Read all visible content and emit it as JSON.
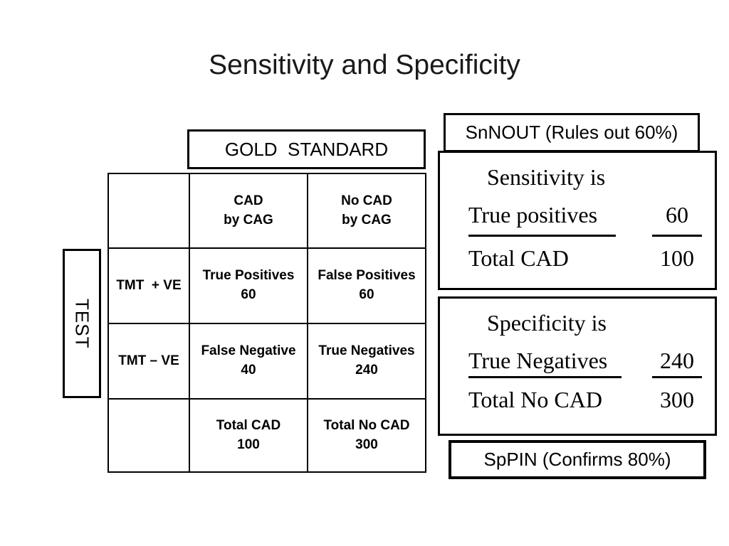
{
  "slide": {
    "title": "Sensitivity and Specificity"
  },
  "gold_standard": {
    "label": "GOLD  STANDARD"
  },
  "test_axis": {
    "label": "TEST"
  },
  "table": {
    "rows": [
      {
        "cells": [
          "",
          "CAD\nby CAG",
          "No CAD\nby CAG"
        ]
      },
      {
        "cells": [
          "TMT  + VE",
          "True Positives\n60",
          "False Positives\n60"
        ]
      },
      {
        "cells": [
          "TMT – VE",
          "False Negative\n40",
          "True Negatives\n240"
        ]
      },
      {
        "cells": [
          "",
          "Total CAD\n100",
          "Total No CAD\n300"
        ]
      }
    ]
  },
  "snnout": {
    "label": "SnNOUT (Rules out 60%)"
  },
  "sensitivity": {
    "heading": "Sensitivity is",
    "numerator_label": "True positives",
    "numerator_value": "60",
    "denominator_label": "Total CAD",
    "denominator_value": "100"
  },
  "specificity": {
    "heading": "Specificity is",
    "numerator_label": "True Negatives",
    "numerator_value": "240",
    "denominator_label": "Total No CAD",
    "denominator_value": "300"
  },
  "sppin": {
    "label": "SpPIN (Confirms 80%)"
  },
  "colors": {
    "background": "#ffffff",
    "text": "#000000",
    "border": "#000000"
  }
}
